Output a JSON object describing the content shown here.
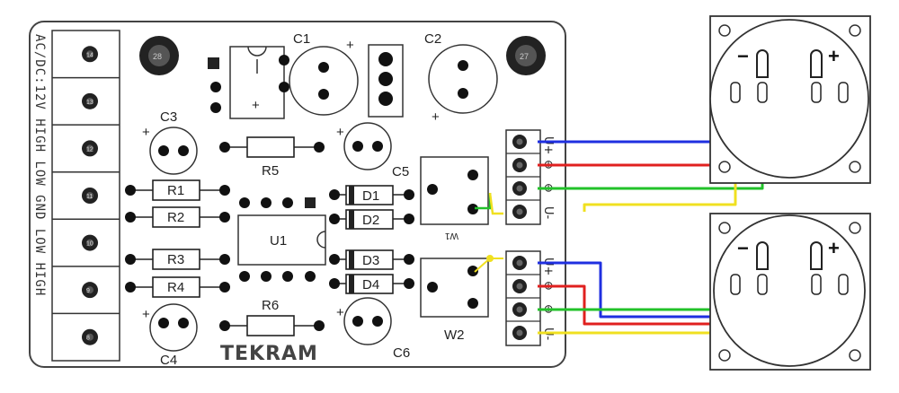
{
  "board": {
    "brand": "TEKRAM",
    "input_label": "AC/DC:12V HIGH LOW GND LOW HIGH",
    "mount_holes": [
      "28",
      "27"
    ],
    "terminal_numbers": [
      "14",
      "13",
      "12",
      "11",
      "10",
      "9",
      "8"
    ]
  },
  "components": {
    "resistors": [
      "R1",
      "R2",
      "R3",
      "R4",
      "R5",
      "R6"
    ],
    "capacitors": [
      "C1",
      "C2",
      "C3",
      "C4",
      "C5",
      "C6"
    ],
    "diodes": [
      "D1",
      "D2",
      "D3",
      "D4"
    ],
    "ic": "U1",
    "trimmers": [
      "W1",
      "W2"
    ]
  },
  "outputs": {
    "top": [
      "U+",
      "⊕",
      "⊖",
      "U-"
    ],
    "bottom": [
      "U+",
      "⊕",
      "⊖",
      "U-"
    ]
  },
  "meters": {
    "minus": "−",
    "plus": "+"
  },
  "markings": {
    "plus": "+"
  },
  "colors": {
    "blue": "#1f2fe0",
    "red": "#e0201f",
    "green": "#22c22a",
    "yellow": "#f0e020"
  }
}
